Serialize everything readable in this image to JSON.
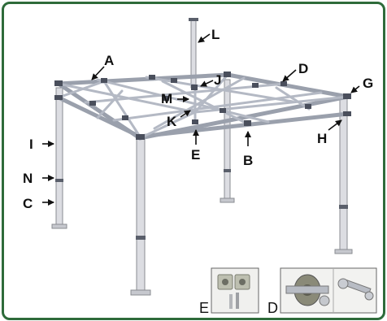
{
  "labels": {
    "A": "A",
    "B": "B",
    "C": "C",
    "D": "D",
    "E": "E",
    "G": "G",
    "H": "H",
    "I": "I",
    "J": "J",
    "K": "K",
    "L": "L",
    "M": "M",
    "N": "N"
  },
  "insets": {
    "E": "E",
    "D": "D"
  },
  "colors": {
    "border": "#2e6b3a",
    "leg": "#dcdde2",
    "leg_edge": "#8a8c92",
    "truss": "#c9ccd6",
    "truss_edge": "#6f7480",
    "bracket": "#4a4f5c",
    "arrow": "#111111"
  }
}
